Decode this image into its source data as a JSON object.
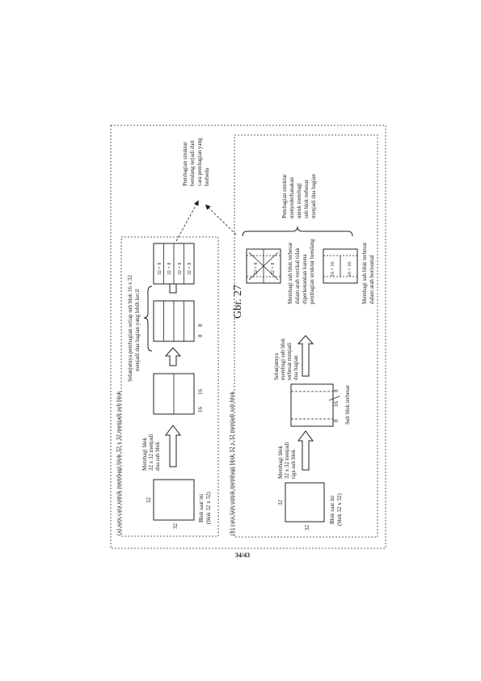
{
  "figure_label": "Gbr. 27",
  "page_number": "34/43",
  "section_a": {
    "title": "(a) satu cara untuk membagi blok 32 x 32 menjadi sub blok",
    "block_dim": "32",
    "block_caption_1": "Blok saat ini",
    "block_caption_2": "(blok 32 x 32)",
    "step1_lines": [
      "Membagi blok",
      "32 x 32 menjadi",
      "dua sub blok"
    ],
    "dim_16": "16",
    "dim_8": "8",
    "brace_lines": [
      "Selanjutnya pembagian setiap sub blok 16 x 32",
      "menjadi dua bagian yang lebih kecil"
    ],
    "cell_label": "32 × 8"
  },
  "section_b": {
    "title": "(b) cara lain untuk membagi blok 32 x 32 menjadi sub blok",
    "block_dim": "32",
    "block_caption_1": "Blok saat ini",
    "block_caption_2": "(blok 32 x 32)",
    "step1_lines": [
      "Membagi blok",
      "32 x 32 menjadi",
      "tiga sub blok"
    ],
    "dims_right": [
      "8",
      "16",
      "8"
    ],
    "largest_label": "Sub blok terbesar",
    "step2_lines": [
      "Selanjutnya",
      "membagi sub blok",
      "terbesar menjadi",
      "dua bagian"
    ],
    "vertical_cell": "32 × 8",
    "horizontal_cell": "16 × 16",
    "vertical_caption": [
      "Membagi sub blok terbesar",
      "dalam arah vertikal tidak",
      "diperkenankan karena",
      "pembagian struktur berulang"
    ],
    "horizontal_caption": [
      "Membagi sub blok terbesar",
      "dalam arah horisontal"
    ],
    "brace_lines": [
      "Pembagian struktur",
      "menyederhanakan",
      "untuk membagi",
      "sub blok terbesar",
      "menjadi dua bagian"
    ]
  },
  "result_note": [
    "Pembagian struktur",
    "berulang terjadi dari",
    "cara pembagian yang",
    "berbeda"
  ]
}
